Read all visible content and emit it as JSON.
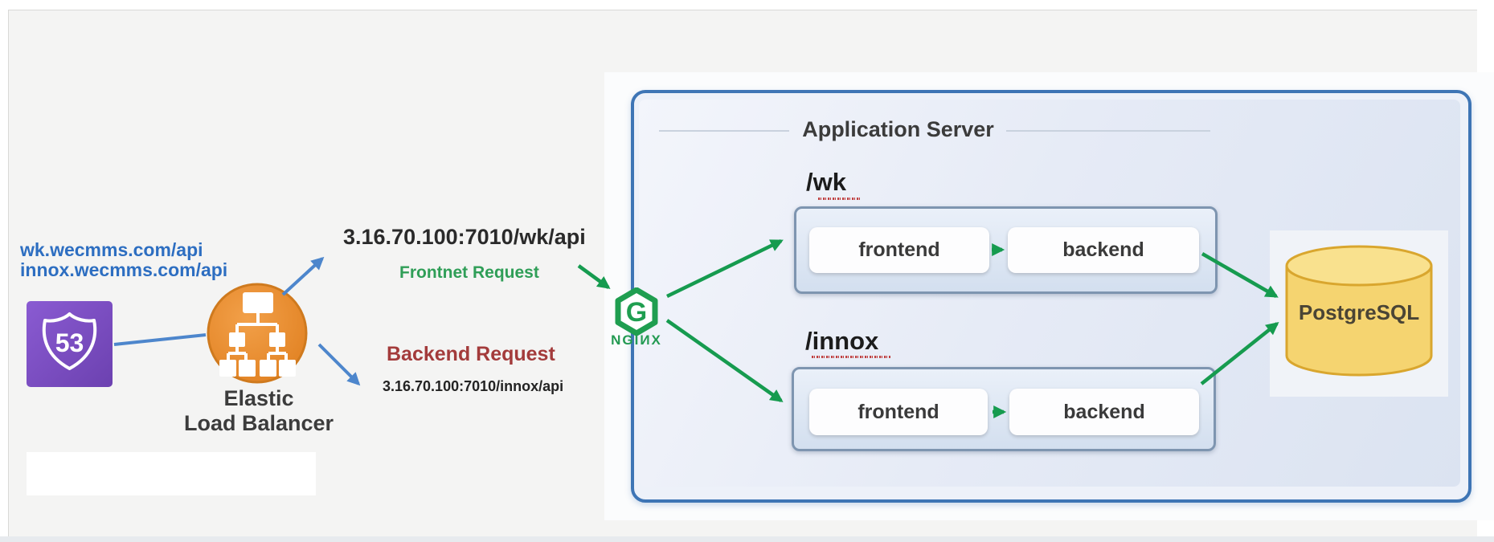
{
  "diagram": {
    "dns_urls": {
      "line1": "wk.wecmms.com/api",
      "line2": "innox.wecmms.com/api"
    },
    "route53": {
      "shield_number": "53"
    },
    "load_balancer": {
      "label_line1": "Elastic",
      "label_line2": "Load Balancer"
    },
    "frontnet_request": {
      "endpoint": "3.16.70.100:7010/wk/api",
      "label": "Frontnet Request"
    },
    "backend_request": {
      "label": "Backend Request",
      "endpoint": "3.16.70.100:7010/innox/api"
    },
    "nginx": {
      "logo_letter": "G",
      "wordmark": "NGIИX"
    },
    "application_server": {
      "title": "Application Server",
      "routes": [
        {
          "path": "/wk",
          "frontend": "frontend",
          "backend": "backend"
        },
        {
          "path": "/innox",
          "frontend": "frontend",
          "backend": "backend"
        }
      ]
    },
    "database": {
      "label": "PostgreSQL"
    },
    "colors": {
      "green_accent": "#169b4f",
      "blue_accent": "#4d86cc",
      "red_label": "#a33b3b",
      "green_label": "#2f9e57",
      "url_blue": "#2d6ec1",
      "box_border_blue": "#3e75b5",
      "route53_purple": "#7a4ec2",
      "elb_orange": "#e8882c",
      "postgres_yellow": "#f5d470"
    }
  }
}
